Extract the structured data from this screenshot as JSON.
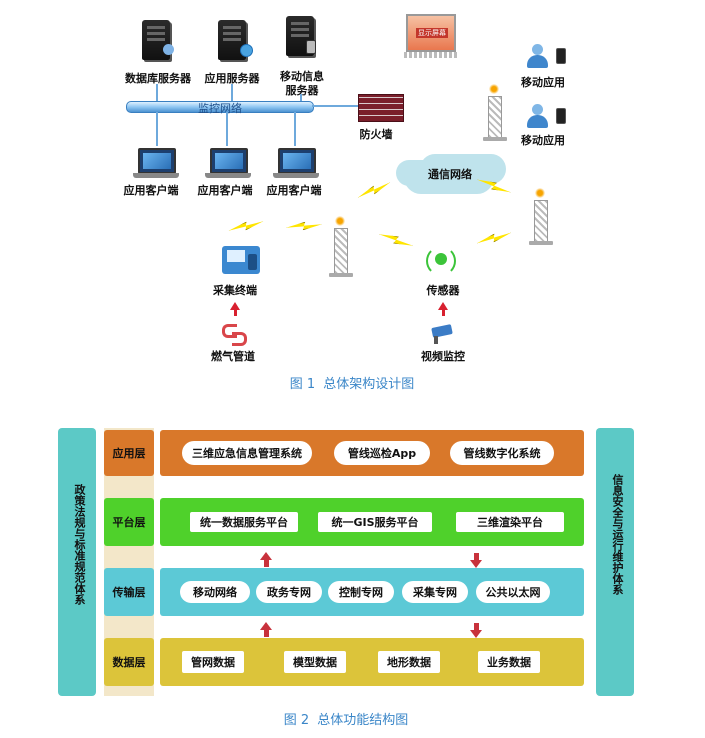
{
  "figure1": {
    "servers": [
      {
        "label": "数据库服务器",
        "badge": "database-icon"
      },
      {
        "label": "应用服务器",
        "badge": "globe-icon"
      },
      {
        "label_line1": "移动信息",
        "label_line2": "服务器",
        "badge": "mobile-icon"
      }
    ],
    "network_label": "监控网络",
    "firewall_label": "防火墙",
    "clients": [
      "应用客户端",
      "应用客户端",
      "应用客户端"
    ],
    "comm_network_label": "通信网络",
    "mobile_apps": [
      "移动应用",
      "移动应用"
    ],
    "display_screen_text": "显示屏幕",
    "collect_terminal_label": "采集终端",
    "sensor_label": "传感器",
    "gas_pipe_label": "燃气管道",
    "video_label": "视频监控",
    "caption_num": "图 1",
    "caption_text": "总体架构设计图",
    "colors": {
      "accent_blue": "#3a86c8",
      "sensor_green": "#3cc43a",
      "arrow_red": "#d8202f"
    }
  },
  "figure2": {
    "left_side": "政策法规与标准规范体系",
    "right_side": "信息安全与运行维护体系",
    "layers": {
      "app": {
        "label": "应用层",
        "items": [
          "三维应急信息管理系统",
          "管线巡检App",
          "管线数字化系统"
        ],
        "color": "#d9782a"
      },
      "platform": {
        "label": "平台层",
        "items": [
          "统一数据服务平台",
          "统一GIS服务平台",
          "三维渲染平台"
        ],
        "color": "#4fd12b"
      },
      "transport": {
        "label": "传输层",
        "items": [
          "移动网络",
          "政务专网",
          "控制专网",
          "采集专网",
          "公共以太网"
        ],
        "color": "#5cc9d6"
      },
      "data": {
        "label": "数据层",
        "items": [
          "管网数据",
          "模型数据",
          "地形数据",
          "业务数据"
        ],
        "color": "#dcc43a"
      }
    },
    "caption_num": "图 2",
    "caption_text": "总体功能结构图",
    "colors": {
      "side": "#5cc9c6",
      "label_box": "#f3e7c9",
      "arrow": "#c8323c"
    }
  }
}
